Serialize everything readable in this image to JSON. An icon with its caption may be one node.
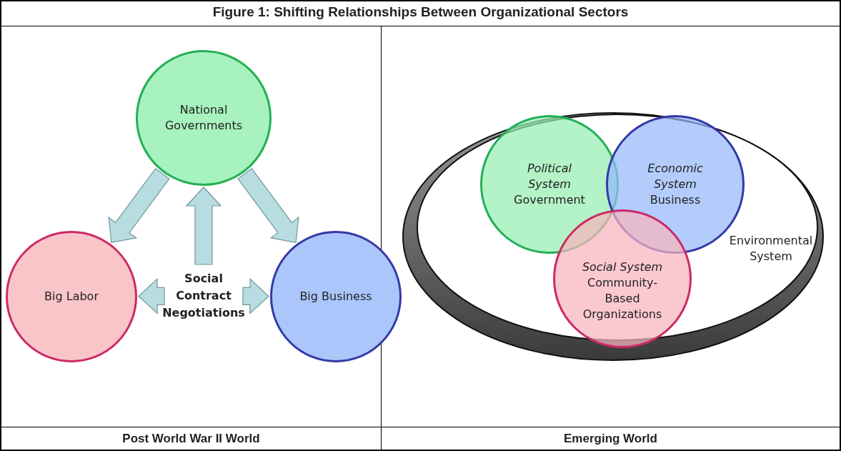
{
  "diagram": {
    "title": "Figure 1:  Shifting Relationships Between Organizational Sectors",
    "nodes": [
      {
        "text": [
          "National Governments"
        ]
      },
      {
        "text": [
          "Big Labor"
        ]
      },
      {
        "text": [
          "Big Business"
        ]
      },
      {
        "text": [
          "Social Contract Negotiations"
        ]
      },
      {
        "text": [
          "Environmental System"
        ]
      },
      {
        "text": [
          "Political System",
          "Government"
        ],
        "in": 4
      },
      {
        "text": [
          "Economic System",
          "Business"
        ],
        "in": 4
      },
      {
        "text": [
          "Social System",
          "Community-Based Organizations"
        ],
        "in": 4
      }
    ],
    "edges": [
      {
        "from": 0,
        "to": 1,
        "arrow": "to"
      },
      {
        "from": 0,
        "to": 2,
        "arrow": "to"
      },
      {
        "from": 3,
        "to": 0,
        "arrow": "to"
      },
      {
        "from": 3,
        "to": 1,
        "arrow": "to"
      },
      {
        "from": 3,
        "to": 2,
        "arrow": "to"
      }
    ],
    "labels": [
      "Post World War II World",
      "Emerging World"
    ]
  }
}
